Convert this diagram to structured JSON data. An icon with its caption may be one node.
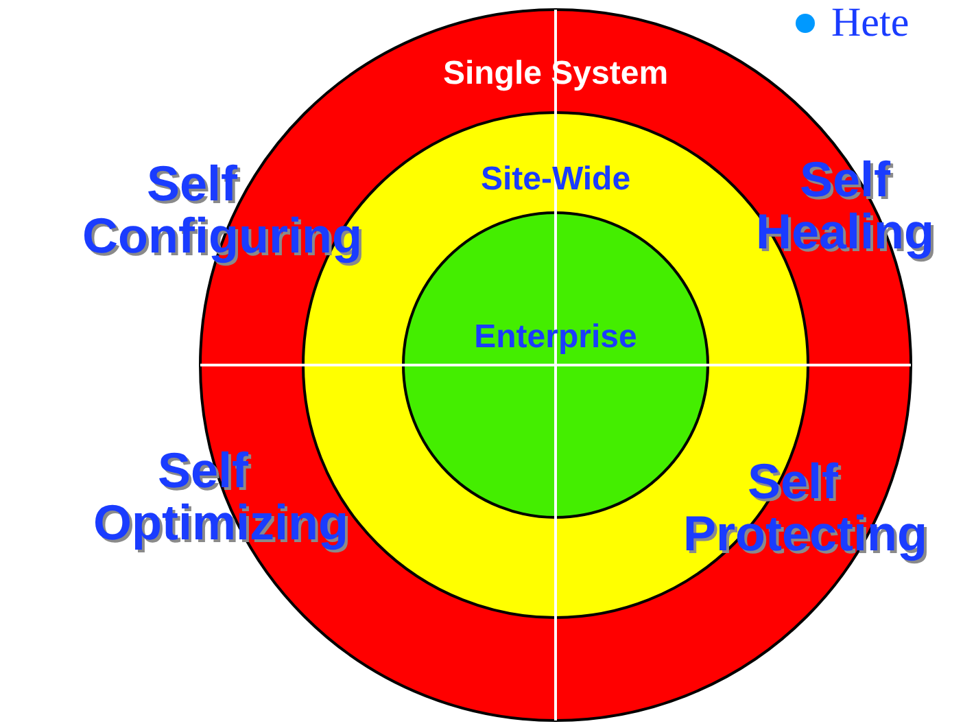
{
  "diagram": {
    "nodes": [
      {
        "text": [
          "Single System"
        ]
      },
      {
        "text": [
          "Site-Wide"
        ],
        "in": 0
      },
      {
        "text": [
          "Enterprise"
        ],
        "in": 1
      }
    ],
    "labels": [
      "Hete",
      "Self Configuring",
      "Self Healing",
      "Self Optimizing",
      "Self Protecting"
    ]
  }
}
